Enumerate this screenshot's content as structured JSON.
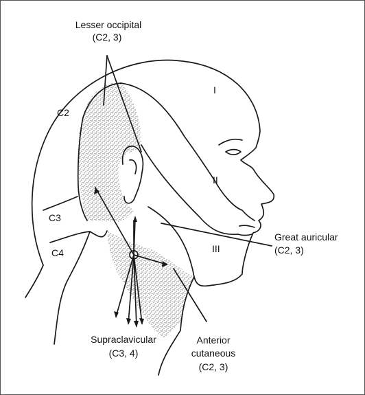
{
  "labels": {
    "lesser_occipital": "Lesser occipital",
    "lesser_occipital_roots": "(C2, 3)",
    "c2": "C2",
    "c3": "C3",
    "c4": "C4",
    "roman_1": "I",
    "roman_2": "II",
    "roman_3": "III",
    "great_auricular": "Great auricular",
    "great_auricular_roots": "(C2, 3)",
    "supraclavicular": "Supraclavicular",
    "supraclavicular_roots": "(C3, 4)",
    "anterior_cutaneous_line1": "Anterior",
    "anterior_cutaneous_line2": "cutaneous",
    "anterior_cutaneous_roots": "(C2, 3)"
  },
  "colors": {
    "line": "#1a1a1a",
    "stipple": "#7a7a7a",
    "background": "#ffffff"
  }
}
